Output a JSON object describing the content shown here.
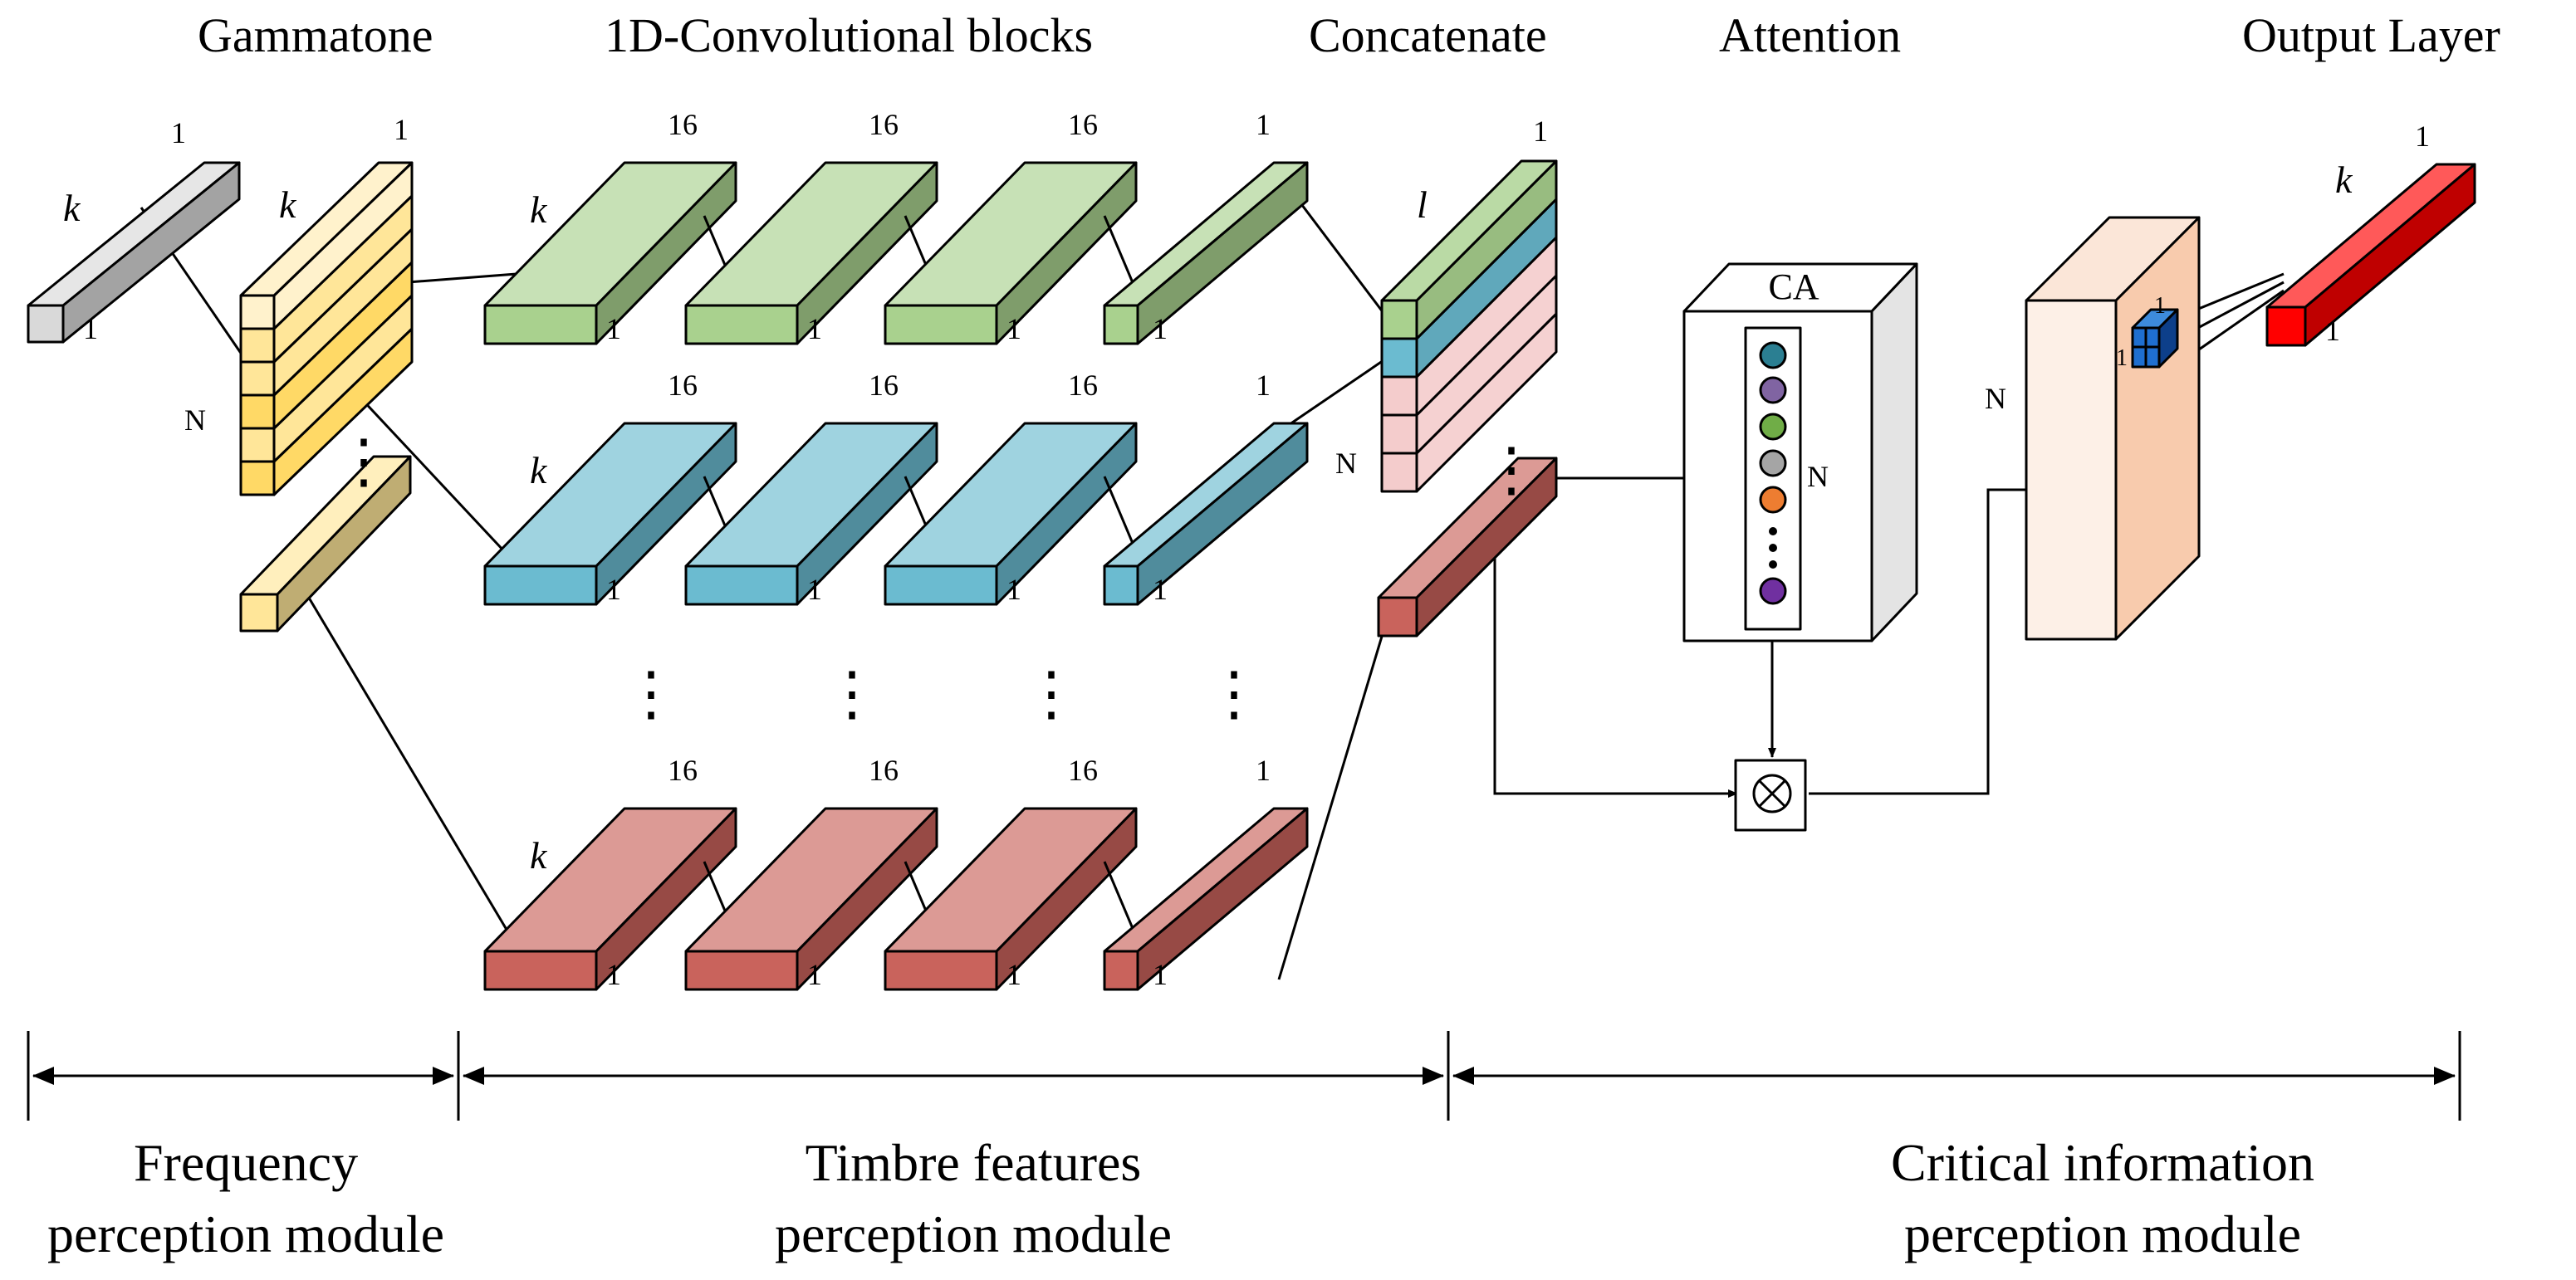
{
  "titles": {
    "gammatone": "Gammatone",
    "conv": "1D-Convolutional blocks",
    "concat": "Concatenate",
    "attention": "Attention",
    "output": "Output Layer"
  },
  "dims": {
    "one": "1",
    "sixteen": "16",
    "k": "k",
    "l": "l",
    "n": "N"
  },
  "ellipsis": "⋮",
  "ca_label": "CA",
  "multiply_symbol": "⊗",
  "modules": {
    "frequency_l1": "Frequency",
    "frequency_l2": "perception module",
    "timbre_l1": "Timbre features",
    "timbre_l2": "perception module",
    "critical_l1": "Critical information",
    "critical_l2": "perception module"
  },
  "colors": {
    "gray": "#d9d9d9",
    "yellow": "#ffe699",
    "green": "#a9d18e",
    "blue": "#6bbbd0",
    "red": "#c9635c",
    "pink": "#f4cccc",
    "peach": "#f8cbad",
    "output_red": "#ff0000",
    "attn_blue": "#1f6fd0"
  },
  "attention_dot_colors": [
    "#2b7f92",
    "#8064a2",
    "#70ad47",
    "#a5a5a5",
    "#ed7d31",
    "#7030a0"
  ]
}
